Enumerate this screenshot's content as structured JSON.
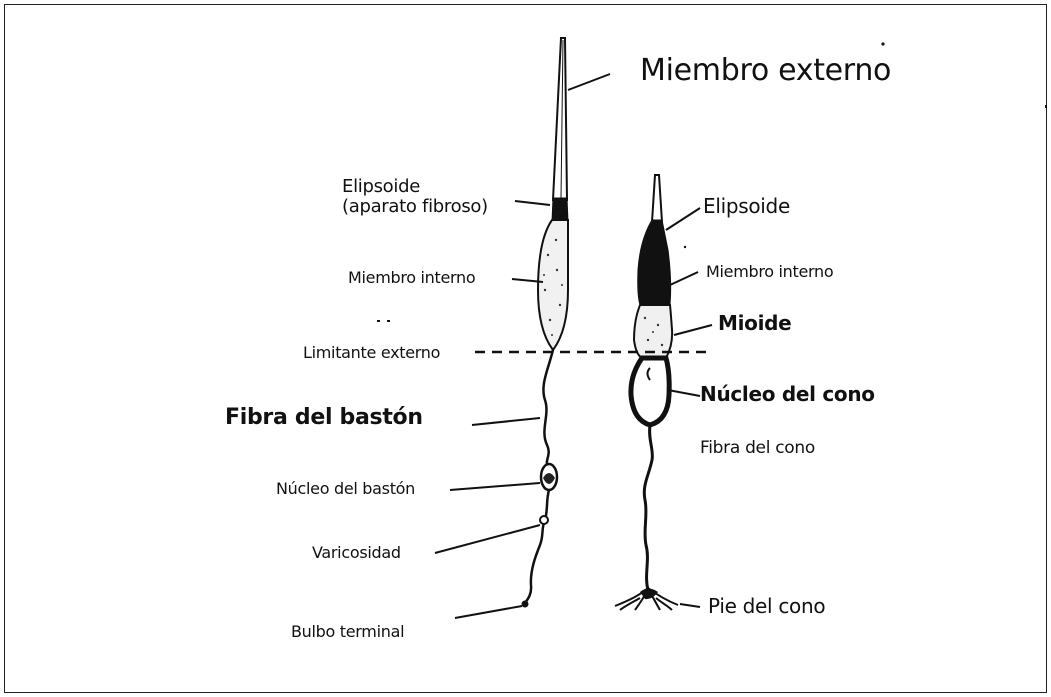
{
  "labels": {
    "miembro_externo": "Miembro externo",
    "elipsoide_baston": "Elipsoide",
    "aparato_fibroso": "(aparato fibroso)",
    "miembro_interno_baston": "Miembro interno",
    "limitante_externo": "Limitante externo",
    "fibra_baston": "Fibra del bastón",
    "nucleo_baston": "Núcleo del bastón",
    "varicosidad": "Varicosidad",
    "bulbo_terminal": "Bulbo terminal",
    "elipsoide_cono": "Elipsoide",
    "miembro_interno_cono": "Miembro interno",
    "mioide": "Mioide",
    "nucleo_cono": "Núcleo del cono",
    "fibra_cono": "Fibra del cono",
    "pie_cono": "Pie del cono"
  }
}
